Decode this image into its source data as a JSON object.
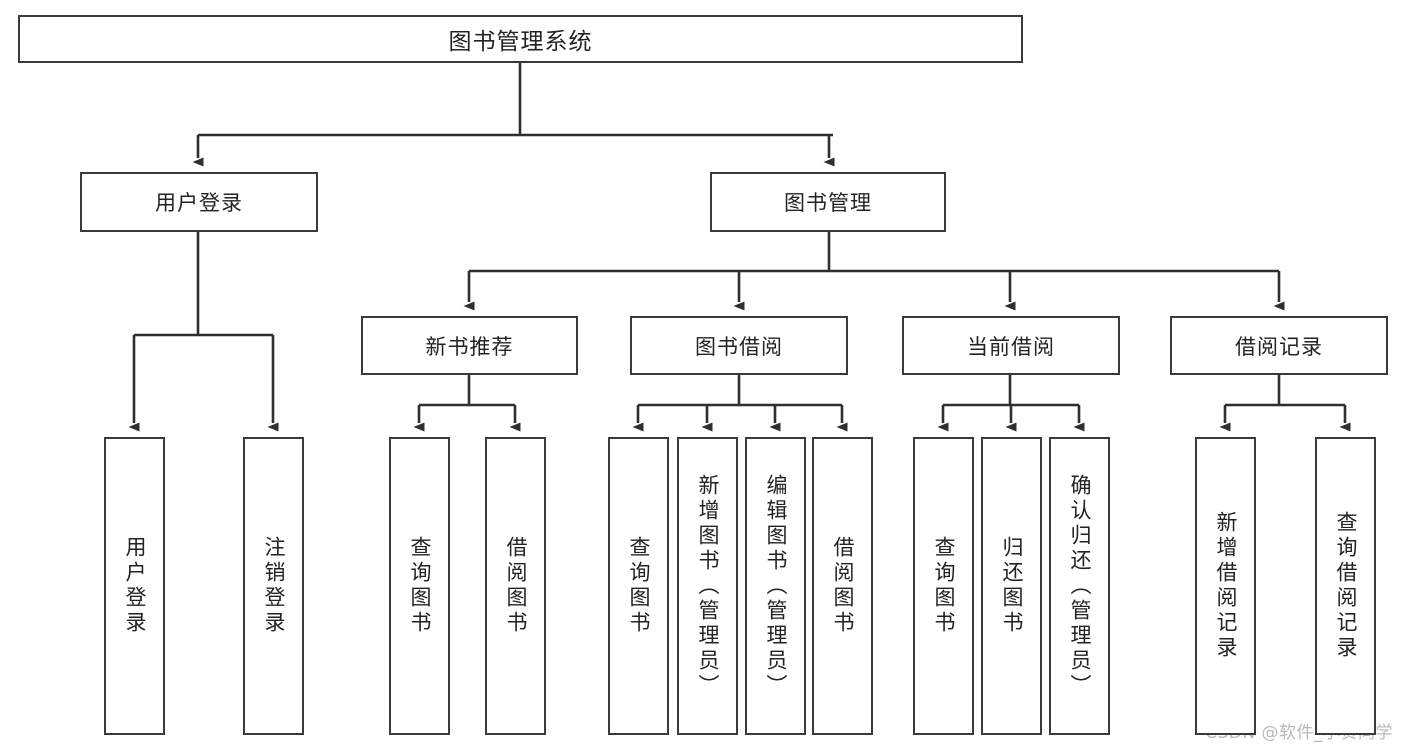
{
  "diagram": {
    "type": "tree-hierarchy",
    "title": "图书管理系统",
    "orientation": "top-down",
    "colors": {
      "box_border": "#3a3a3a",
      "box_fill": "#ffffff",
      "edge": "#2f2f2f",
      "text": "#232323",
      "watermark": "#b9b9b9",
      "background": "#ffffff"
    },
    "root": {
      "id": "root",
      "label": "图书管理系统"
    },
    "level1": [
      {
        "id": "user-login",
        "label": "用户登录"
      },
      {
        "id": "book-manage",
        "label": "图书管理"
      }
    ],
    "level2": [
      {
        "id": "new-book-rec",
        "label": "新书推荐",
        "parent": "book-manage"
      },
      {
        "id": "book-borrow",
        "label": "图书借阅",
        "parent": "book-manage"
      },
      {
        "id": "current-borrow",
        "label": "当前借阅",
        "parent": "book-manage"
      },
      {
        "id": "borrow-record",
        "label": "借阅记录",
        "parent": "book-manage"
      }
    ],
    "leaves": [
      {
        "id": "leaf-user-login",
        "label": "用户登录",
        "parent": "user-login"
      },
      {
        "id": "leaf-logout-login",
        "label": "注销登录",
        "parent": "user-login"
      },
      {
        "id": "leaf-query-book-rec",
        "label": "查询图书",
        "parent": "new-book-rec"
      },
      {
        "id": "leaf-borrow-book-rec",
        "label": "借阅图书",
        "parent": "new-book-rec"
      },
      {
        "id": "leaf-query-book-borrow",
        "label": "查询图书",
        "parent": "book-borrow"
      },
      {
        "id": "leaf-add-book",
        "label": "新增图书（管理员）",
        "parent": "book-borrow"
      },
      {
        "id": "leaf-edit-book",
        "label": "编辑图书（管理员）",
        "parent": "book-borrow"
      },
      {
        "id": "leaf-borrow-book",
        "label": "借阅图书",
        "parent": "book-borrow"
      },
      {
        "id": "leaf-query-book-current",
        "label": "查询图书",
        "parent": "current-borrow"
      },
      {
        "id": "leaf-return-book",
        "label": "归还图书",
        "parent": "current-borrow"
      },
      {
        "id": "leaf-confirm-return",
        "label": "确认归还（管理员）",
        "parent": "current-borrow"
      },
      {
        "id": "leaf-add-record",
        "label": "新增借阅记录",
        "parent": "borrow-record"
      },
      {
        "id": "leaf-query-record",
        "label": "查询借阅记录",
        "parent": "borrow-record"
      }
    ]
  },
  "watermark": {
    "text": "CSDN @软件_小贺同学"
  }
}
